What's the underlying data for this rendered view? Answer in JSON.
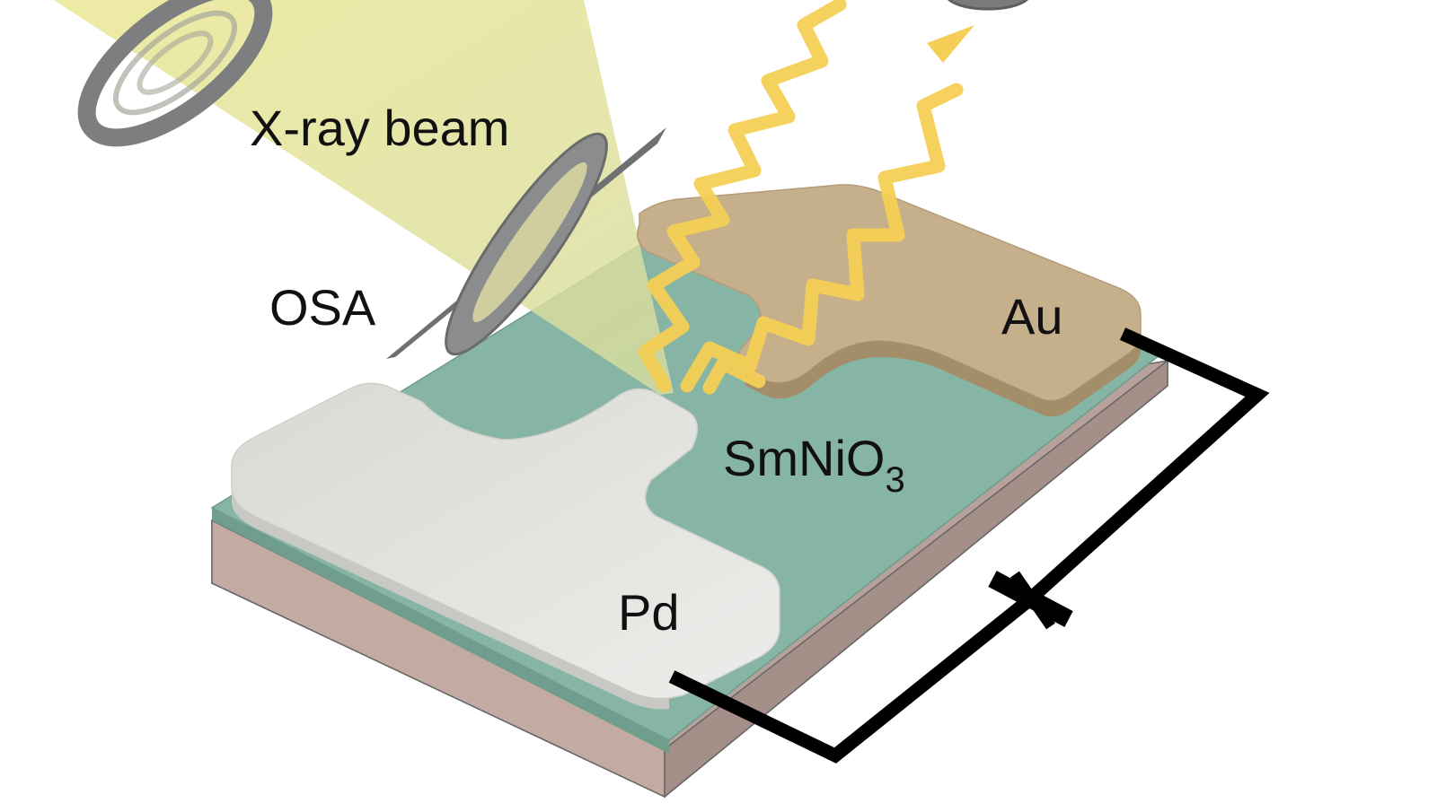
{
  "figure": {
    "labels": {
      "beam": "X-ray beam",
      "aperture": "OSA",
      "film": "SmNiO",
      "film_subscript": "3",
      "top_electrode": "Au",
      "bottom_electrode": "Pd"
    },
    "colors": {
      "beam": "#e6e391",
      "substrate": "#b9a29b",
      "film": "#86b5a5",
      "gold": "#c7b28c",
      "palladium": "#e6e6e3",
      "signal": "#f5cf55",
      "ring": "#8a8b8c",
      "wire": "#000000"
    },
    "icons": [
      "zone-plate-icon",
      "osa-aperture-icon",
      "detector-icon",
      "signal-arrow-icon",
      "voltage-source-icon"
    ]
  }
}
